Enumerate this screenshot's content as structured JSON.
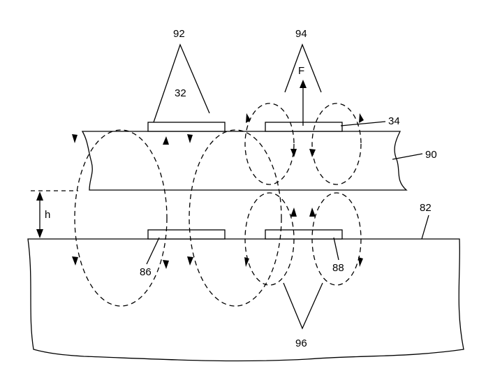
{
  "labels": {
    "ref_92": "92",
    "ref_94": "94",
    "ref_force": "F",
    "ref_32": "32",
    "ref_34": "34",
    "ref_90": "90",
    "ref_82": "82",
    "ref_h": "h",
    "ref_86": "86",
    "ref_88": "88",
    "ref_96": "96"
  },
  "colors": {
    "ink": "#000000",
    "background": "#ffffff"
  }
}
